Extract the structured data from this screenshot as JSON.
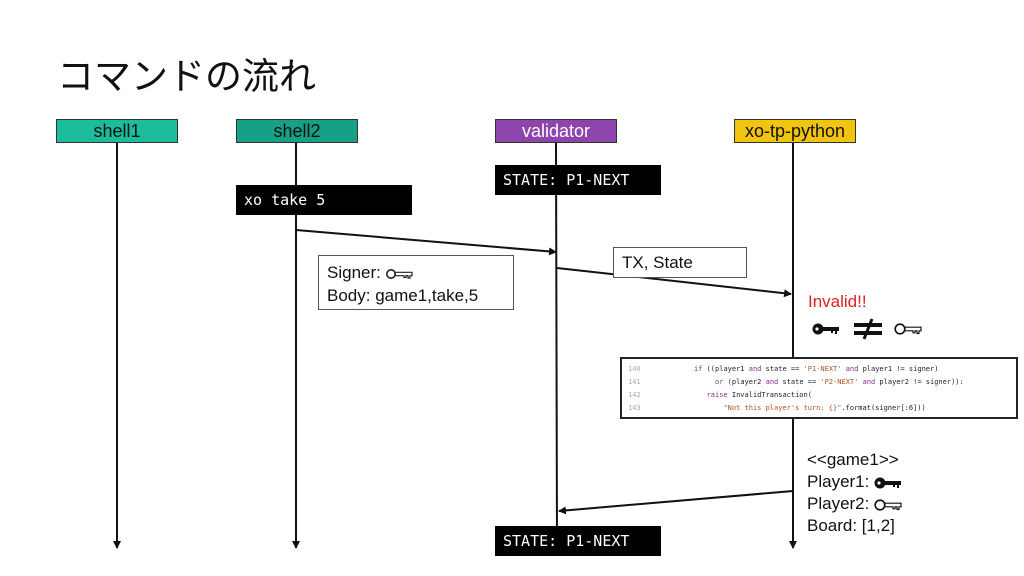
{
  "title": "コマンドの流れ",
  "actors": [
    {
      "label": "shell1",
      "color": "#1abc9c"
    },
    {
      "label": "shell2",
      "color": "#16a085"
    },
    {
      "label": "validator",
      "color": "#8e44ad"
    },
    {
      "label": "xo-tp-python",
      "color": "#f1c40f"
    }
  ],
  "command": "xo take 5",
  "state_top": "STATE: P1-NEXT",
  "state_bottom": "STATE: P1-NEXT",
  "signer_box": {
    "signer_label": "Signer:",
    "body": "Body: game1,take,5"
  },
  "tx_box": "TX, State",
  "invalid_label": "Invalid!!",
  "code_lines": [
    {
      "num": "140",
      "parts": [
        [
          "kw",
          "if "
        ],
        [
          "",
          "((player1 "
        ],
        [
          "kw",
          "and "
        ],
        [
          "",
          "state == "
        ],
        [
          "st",
          "'P1-NEXT' "
        ],
        [
          "kw",
          "and "
        ],
        [
          "",
          "player1 != signer)"
        ]
      ],
      "indent": 9
    },
    {
      "num": "141",
      "parts": [
        [
          "kw",
          "or "
        ],
        [
          "",
          "(player2 "
        ],
        [
          "kw",
          "and "
        ],
        [
          "",
          "state == "
        ],
        [
          "st",
          "'P2-NEXT' "
        ],
        [
          "kw",
          "and "
        ],
        [
          "",
          "player2 != signer)):"
        ]
      ],
      "indent": 14
    },
    {
      "num": "142",
      "parts": [
        [
          "kw",
          "raise "
        ],
        [
          "",
          "InvalidTransaction("
        ]
      ],
      "indent": 12
    },
    {
      "num": "143",
      "parts": [
        [
          "st",
          "\"Not this player's turn: {}\""
        ],
        [
          "",
          ".format(signer[:6]))"
        ]
      ],
      "indent": 16
    }
  ],
  "game_state": {
    "name": "<<game1>>",
    "player1_label": "Player1:",
    "player2_label": "Player2:",
    "board": "Board: [1,2]"
  },
  "colors": {
    "invalid": "#e02020",
    "line": "#111111"
  },
  "icons": [
    "key-solid-icon",
    "key-outline-icon",
    "not-equal-icon"
  ]
}
